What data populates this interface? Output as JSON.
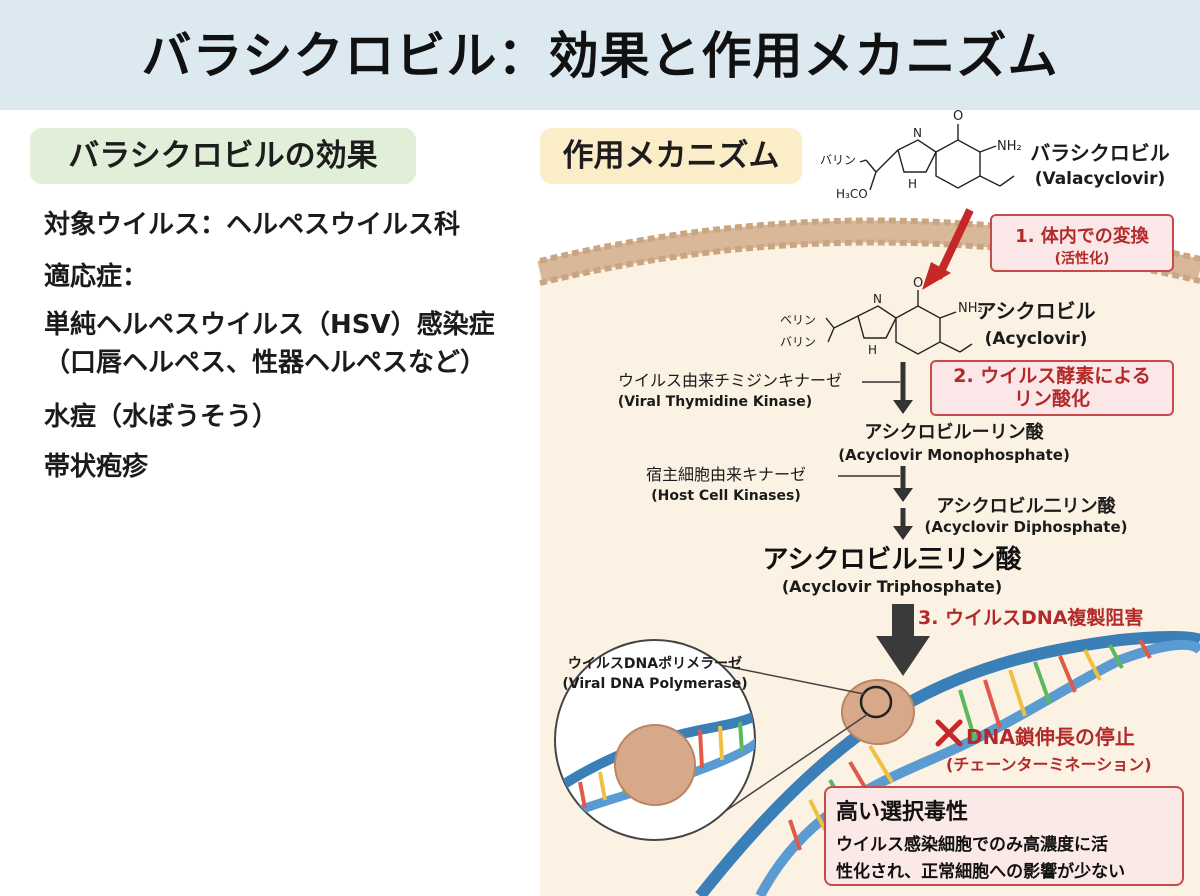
{
  "title": "バラシクロビル：効果と作用メカニズム",
  "effects": {
    "heading": "バラシクロビルの効果",
    "target": "対象ウイルス：ヘルペスウイルス科",
    "indication_label": "適応症：",
    "hsv_line1": "単純ヘルペスウイルス（HSV）感染症",
    "hsv_line2": "（口唇ヘルペス、性器ヘルペスなど）",
    "varicella": "水痘（水ぼうそう）",
    "zoster": "帯状疱疹"
  },
  "mechanism": {
    "heading": "作用メカニズム",
    "valacyclovir_jp": "バラシクロビル",
    "valacyclovir_en": "(Valacyclovir)",
    "structure_valine": "バリン",
    "structure_och3": "H₃CO",
    "structure_o": "O",
    "structure_n": "N",
    "structure_nh2": "NH₂",
    "structure_h": "H",
    "step1_title": "1. 体内での変換",
    "step1_sub": "(活性化)",
    "acyclovir_jp": "アシクロビル",
    "acyclovir_en": "(Acyclovir)",
    "acyclovir_valine1": "ベリン",
    "acyclovir_valine2": "バリン",
    "tk_jp": "ウイルス由来チミジンキナーゼ",
    "tk_en": "(Viral Thymidine Kinase)",
    "step2_line1": "2. ウイルス酵素による",
    "step2_line2": "リン酸化",
    "mono_jp": "アシクロビルーリン酸",
    "mono_en": "(Acyclovir Monophosphate)",
    "host_jp": "宿主細胞由来キナーゼ",
    "host_en": "(Host Cell Kinases)",
    "di_jp": "アシクロビル二リン酸",
    "di_en": "(Acyclovir Diphosphate)",
    "tri_jp": "アシクロビル三リン酸",
    "tri_en": "(Acyclovir Triphosphate)",
    "step3": "3. ウイルスDNA複製阻害",
    "polymerase_jp": "ウイルスDNAポリメラーゼ",
    "polymerase_en": "(Viral DNA Polymerase)",
    "chain_stop": "DNA鎖伸長の停止",
    "chain_term": "(チェーンターミネーション)",
    "selectivity_title": "高い選択毒性",
    "selectivity_line1": "ウイルス感染細胞でのみ高濃度に活",
    "selectivity_line2": "性化され、正常細胞への影響が少ない"
  },
  "colors": {
    "header_bg": "#dce9f1",
    "effects_chip": "#e1efd9",
    "mechanism_chip": "#fbedc8",
    "alert_red": "#c62828",
    "membrane": "#d9b89a",
    "cell_interior": "#fbf2e4",
    "dna_blue": "#3b7fb8"
  }
}
